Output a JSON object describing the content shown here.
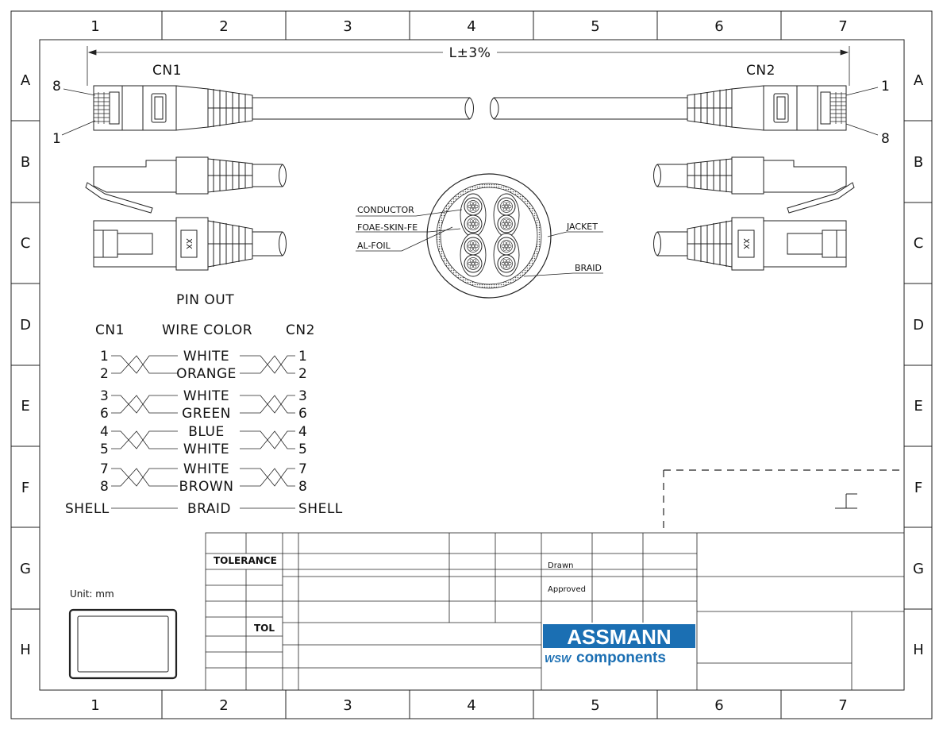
{
  "frame": {
    "columns": [
      "1",
      "2",
      "3",
      "4",
      "5",
      "6",
      "7"
    ],
    "rows": [
      "A",
      "B",
      "C",
      "D",
      "E",
      "F",
      "G",
      "H"
    ]
  },
  "drawing": {
    "length_label": "L±3%",
    "cn1_label": "CN1",
    "cn2_label": "CN2",
    "cn1_pin_top": "8",
    "cn1_pin_bottom": "1",
    "cn2_pin_top": "1",
    "cn2_pin_bottom": "8",
    "plug_mark": "XX"
  },
  "cross_section": {
    "labels": {
      "conductor": "CONDUCTOR",
      "foam": "FOAE-SKIN-FE",
      "foil": "AL-FOIL",
      "jacket": "JACKET",
      "braid": "BRAID"
    }
  },
  "pinout": {
    "title": "PIN OUT",
    "header_cn1": "CN1",
    "header_color": "WIRE COLOR",
    "header_cn2": "CN2",
    "pairs": [
      {
        "a": "1",
        "b": "2",
        "color_top": "WHITE",
        "color_bottom": "ORANGE"
      },
      {
        "a": "3",
        "b": "6",
        "color_top": "WHITE",
        "color_bottom": "GREEN"
      },
      {
        "a": "4",
        "b": "5",
        "color_top": "BLUE",
        "color_bottom": "WHITE"
      },
      {
        "a": "7",
        "b": "8",
        "color_top": "WHITE",
        "color_bottom": "BROWN"
      }
    ],
    "shell_left": "SHELL",
    "shell_color": "BRAID",
    "shell_right": "SHELL"
  },
  "title_block": {
    "tolerance": "TOLERANCE",
    "tol": "TOL",
    "drawn": "Drawn",
    "approved": "Approved",
    "unit": "Unit: mm",
    "logo_top": "ASSMANN",
    "logo_prefix": "WSW",
    "logo_bottom": "components",
    "brand_color": "#1b6fb3"
  }
}
